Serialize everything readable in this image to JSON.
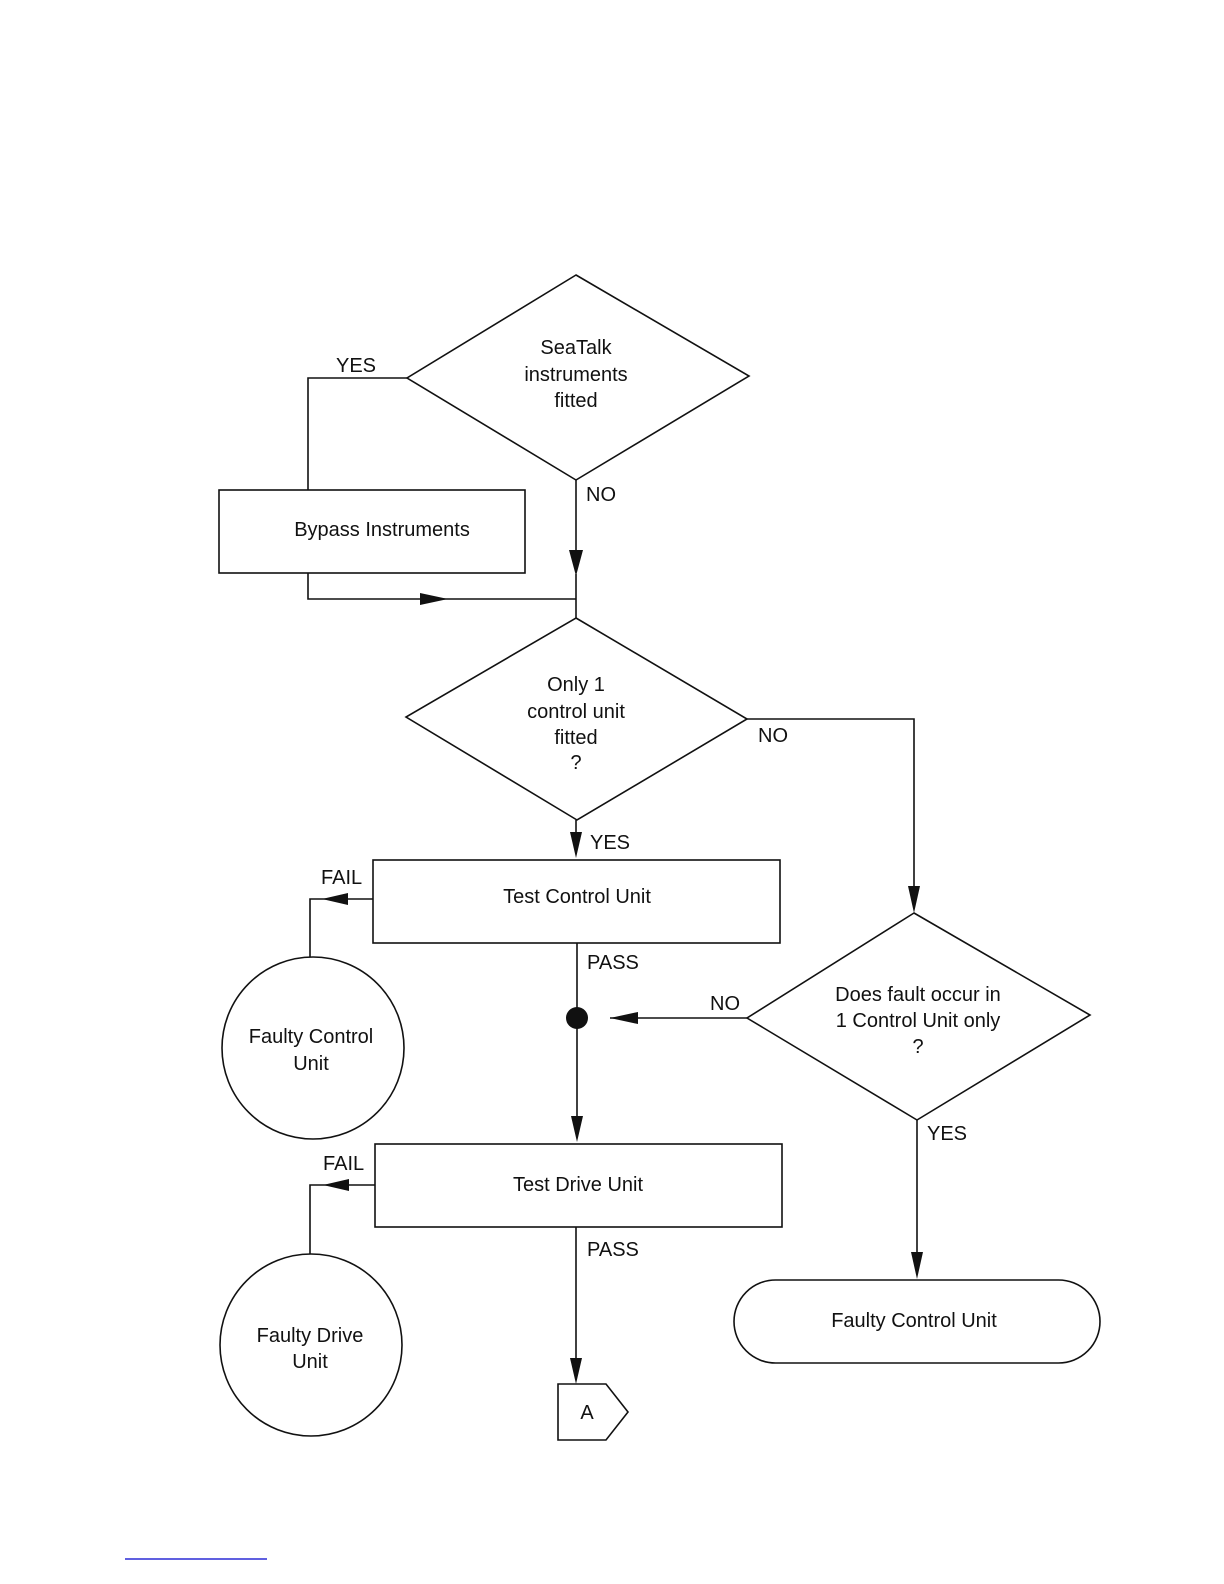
{
  "decisions": {
    "seatalk": [
      "SeaTalk",
      "instruments",
      "fitted"
    ],
    "only_one": [
      "Only 1",
      "control unit",
      "fitted",
      "?"
    ],
    "fault_one": [
      "Does fault occur in",
      "1 Control Unit only",
      "?"
    ]
  },
  "processes": {
    "bypass": "Bypass Instruments",
    "test_control": "Test Control Unit",
    "test_drive": "Test Drive Unit"
  },
  "outcomes": {
    "faulty_control_circle": [
      "Faulty Control",
      "Unit"
    ],
    "faulty_drive_circle": [
      "Faulty Drive",
      "Unit"
    ],
    "faulty_control_terminal": "Faulty Control Unit"
  },
  "connector": "A",
  "edge_labels": {
    "seatalk_yes": "YES",
    "seatalk_no": "NO",
    "only_one_no": "NO",
    "only_one_yes": "YES",
    "control_fail": "FAIL",
    "control_pass": "PASS",
    "fault_no": "NO",
    "fault_yes": "YES",
    "drive_fail": "FAIL",
    "drive_pass": "PASS"
  }
}
